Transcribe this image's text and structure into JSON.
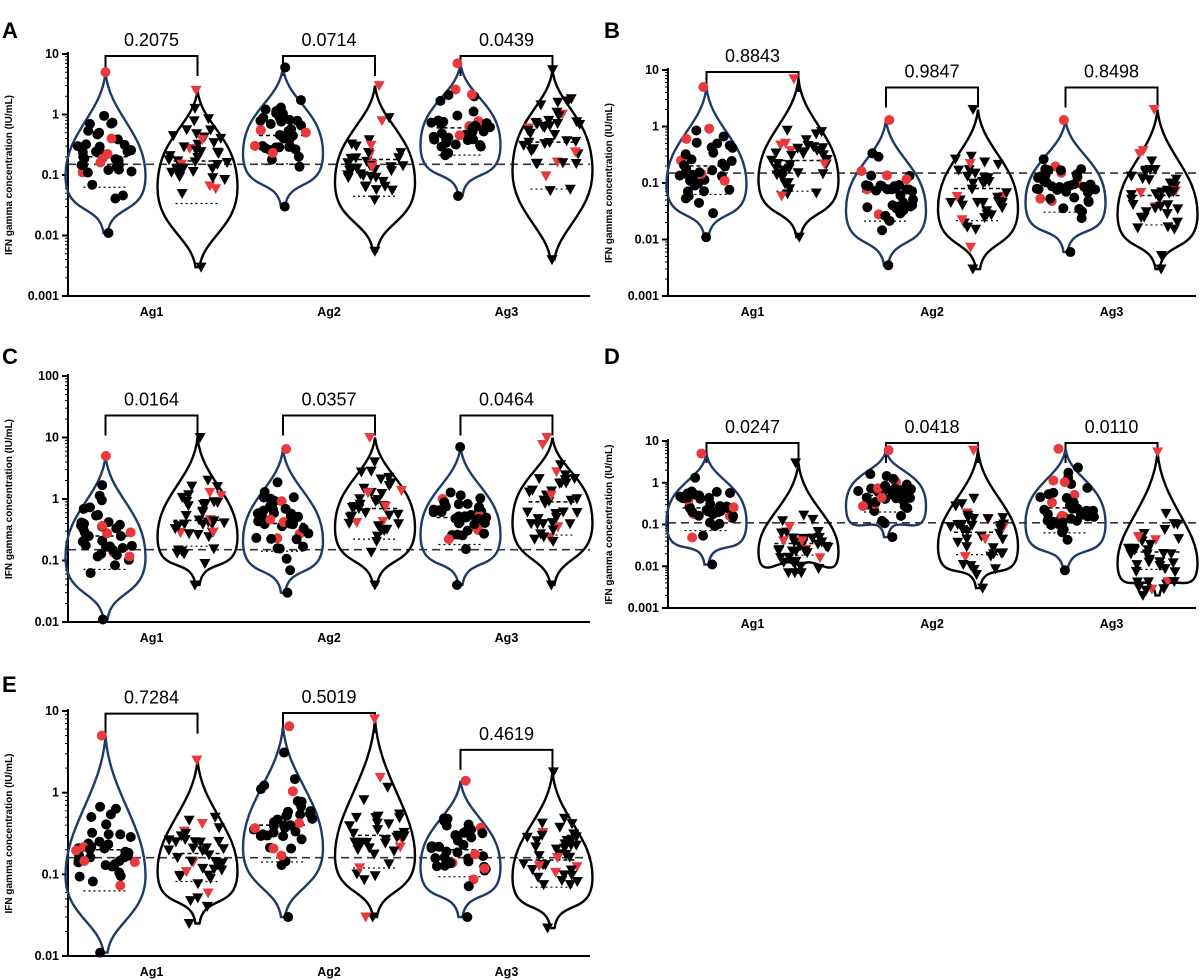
{
  "figure": {
    "panels": [
      "A",
      "B",
      "C",
      "D",
      "E"
    ],
    "colors": {
      "points": "#000000",
      "highlight": "#e8393c",
      "violin": "#1f3a68",
      "threshold": "#333333"
    }
  },
  "chart_data": [
    {
      "panel": "A",
      "type": "scatter",
      "yscale": "log",
      "ylim": [
        0.001,
        10
      ],
      "ylabel": "IFN gamma concentration (IU/mL)",
      "yticks": [
        "0.001",
        "0.01",
        "0.1",
        "1",
        "10"
      ],
      "categories": [
        "Ag1",
        "Ag2",
        "Ag3"
      ],
      "threshold": 0.15,
      "p_values": [
        "0.2075",
        "0.0714",
        "0.0439"
      ],
      "groups": [
        {
          "category": "Ag1",
          "median": [
            0.2,
            0.17
          ],
          "range": [
            [
              0.011,
              5.0
            ],
            [
              0.003,
              2.5
            ]
          ]
        },
        {
          "category": "Ag2",
          "median": [
            0.45,
            0.18
          ],
          "range": [
            [
              0.03,
              6.0
            ],
            [
              0.0055,
              3.0
            ]
          ]
        },
        {
          "category": "Ag3",
          "median": [
            0.6,
            0.35
          ],
          "range": [
            [
              0.045,
              7.0
            ],
            [
              0.004,
              5.5
            ]
          ]
        }
      ]
    },
    {
      "panel": "B",
      "type": "scatter",
      "yscale": "log",
      "ylim": [
        0.001,
        10
      ],
      "ylabel": "IFN gamma concentration (IU/mL)",
      "yticks": [
        "0.001",
        "0.01",
        "0.1",
        "1",
        "10"
      ],
      "categories": [
        "Ag1",
        "Ag2",
        "Ag3"
      ],
      "threshold": 0.15,
      "p_values": [
        "0.8843",
        "0.9847",
        "0.8498"
      ],
      "groups": [
        {
          "category": "Ag1",
          "median": [
            0.2,
            0.25
          ],
          "range": [
            [
              0.011,
              5.0
            ],
            [
              0.011,
              7.0
            ]
          ]
        },
        {
          "category": "Ag2",
          "median": [
            0.07,
            0.08
          ],
          "range": [
            [
              0.0035,
              1.3
            ],
            [
              0.003,
              2.0
            ]
          ]
        },
        {
          "category": "Ag3",
          "median": [
            0.09,
            0.06
          ],
          "range": [
            [
              0.006,
              1.3
            ],
            [
              0.003,
              2.0
            ]
          ]
        }
      ]
    },
    {
      "panel": "C",
      "type": "scatter",
      "yscale": "log",
      "ylim": [
        0.01,
        100
      ],
      "ylabel": "IFN gamma concentration (IU/mL)",
      "yticks": [
        "0.01",
        "0.1",
        "1",
        "10",
        "100"
      ],
      "categories": [
        "Ag1",
        "Ag2",
        "Ag3"
      ],
      "threshold": 0.15,
      "p_values": [
        "0.0164",
        "0.0357",
        "0.0464"
      ],
      "groups": [
        {
          "category": "Ag1",
          "median": [
            0.25,
            0.45
          ],
          "range": [
            [
              0.011,
              5.0
            ],
            [
              0.04,
              10.0
            ]
          ]
        },
        {
          "category": "Ag2",
          "median": [
            0.4,
            0.7
          ],
          "range": [
            [
              0.03,
              6.5
            ],
            [
              0.04,
              10.0
            ]
          ]
        },
        {
          "category": "Ag3",
          "median": [
            0.5,
            0.9
          ],
          "range": [
            [
              0.04,
              7.0
            ],
            [
              0.04,
              10.0
            ]
          ]
        }
      ]
    },
    {
      "panel": "D",
      "type": "scatter",
      "yscale": "log",
      "ylim": [
        0.001,
        10
      ],
      "ylabel": "IFN gamma concentration (IU/mL)",
      "yticks": [
        "0.001",
        "0.01",
        "0.1",
        "1",
        "10"
      ],
      "categories": [
        "Ag1",
        "Ag2",
        "Ag3"
      ],
      "threshold": 0.11,
      "p_values": [
        "0.0247",
        "0.0418",
        "0.0110"
      ],
      "groups": [
        {
          "category": "Ag1",
          "median": [
            0.25,
            0.035
          ],
          "range": [
            [
              0.011,
              5.0
            ],
            [
              0.007,
              3.0
            ]
          ]
        },
        {
          "category": "Ag2",
          "median": [
            0.5,
            0.065
          ],
          "range": [
            [
              0.05,
              6.0
            ],
            [
              0.003,
              6.0
            ]
          ]
        },
        {
          "category": "Ag3",
          "median": [
            0.25,
            0.022
          ],
          "range": [
            [
              0.008,
              6.5
            ],
            [
              0.002,
              5.5
            ]
          ]
        }
      ]
    },
    {
      "panel": "E",
      "type": "scatter",
      "yscale": "log",
      "ylim": [
        0.01,
        10
      ],
      "ylabel": "IFN gamma concentration (IU/mL)",
      "yticks": [
        "0.01",
        "0.1",
        "1",
        "10"
      ],
      "categories": [
        "Ag1",
        "Ag2",
        "Ag3"
      ],
      "threshold": 0.16,
      "p_values": [
        "0.7284",
        "0.5019",
        "0.4619"
      ],
      "groups": [
        {
          "category": "Ag1",
          "median": [
            0.2,
            0.18
          ],
          "range": [
            [
              0.011,
              5.0
            ],
            [
              0.025,
              2.5
            ]
          ]
        },
        {
          "category": "Ag2",
          "median": [
            0.4,
            0.3
          ],
          "range": [
            [
              0.03,
              6.5
            ],
            [
              0.03,
              8.0
            ]
          ]
        },
        {
          "category": "Ag3",
          "median": [
            0.2,
            0.15
          ],
          "range": [
            [
              0.03,
              1.4
            ],
            [
              0.022,
              1.8
            ]
          ]
        }
      ]
    }
  ]
}
